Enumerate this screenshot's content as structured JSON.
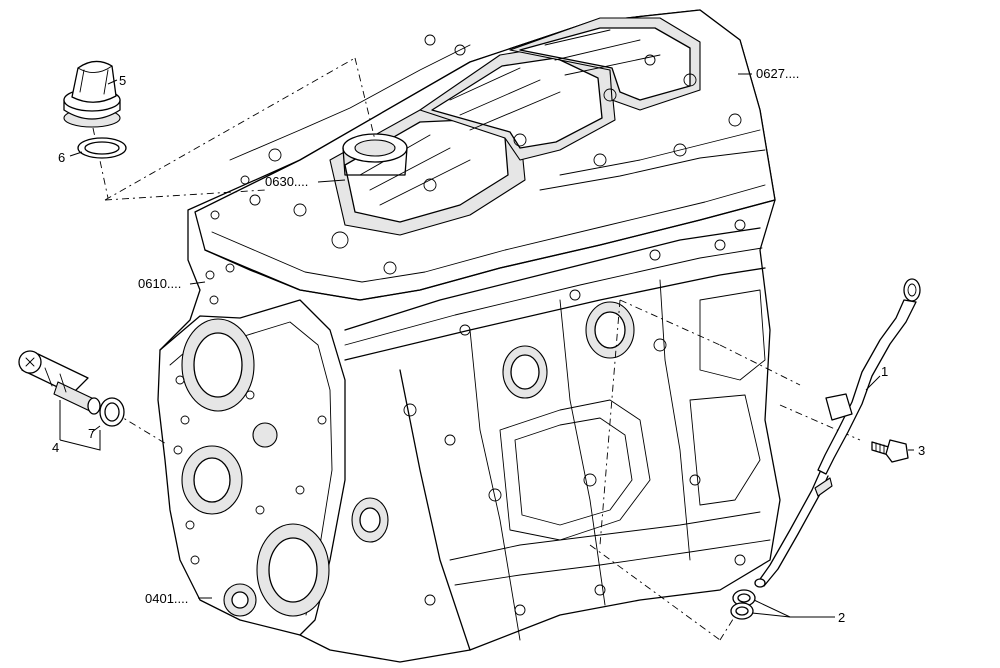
{
  "diagram": {
    "ref_labels": {
      "r0627": "0627....",
      "r0630": "0630....",
      "r0610": "0610....",
      "r0401": "0401...."
    },
    "callouts": {
      "c1": "1",
      "c2": "2",
      "c3": "3",
      "c4": "4",
      "c5": "5",
      "c6": "6",
      "c7": "7"
    },
    "parts": [
      "engine-block",
      "cylinder-head",
      "oil-filler-cap",
      "cap-gasket",
      "banjo-fitting",
      "sealing-ring",
      "oil-dipstick-tube",
      "tube-bolt",
      "tube-o-rings"
    ],
    "colors": {
      "line": "#000000",
      "background": "#ffffff"
    }
  }
}
